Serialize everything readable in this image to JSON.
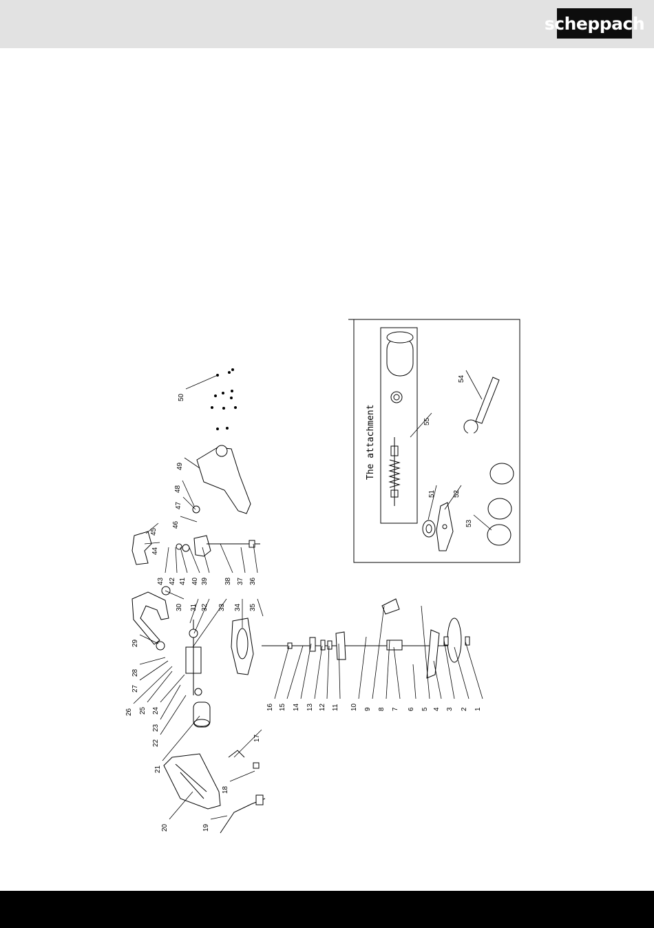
{
  "brand": {
    "logo_text": "scheppach"
  },
  "attachment_title": "The attachment",
  "part_numbers": [
    "1",
    "2",
    "3",
    "4",
    "5",
    "6",
    "7",
    "8",
    "9",
    "10",
    "11",
    "12",
    "13",
    "14",
    "15",
    "16",
    "17",
    "18",
    "19",
    "20",
    "21",
    "22",
    "23",
    "24",
    "25",
    "26",
    "27",
    "28",
    "29",
    "30",
    "31",
    "32",
    "33",
    "34",
    "35",
    "36",
    "37",
    "38",
    "39",
    "40",
    "41",
    "42",
    "43",
    "44",
    "45",
    "46",
    "47",
    "48",
    "49",
    "50",
    "51",
    "52",
    "53",
    "54",
    "55"
  ],
  "colors": {
    "header_bg": "#e2e2e2",
    "logo_bg": "#0d0d0d",
    "footer_bg": "#000000"
  }
}
